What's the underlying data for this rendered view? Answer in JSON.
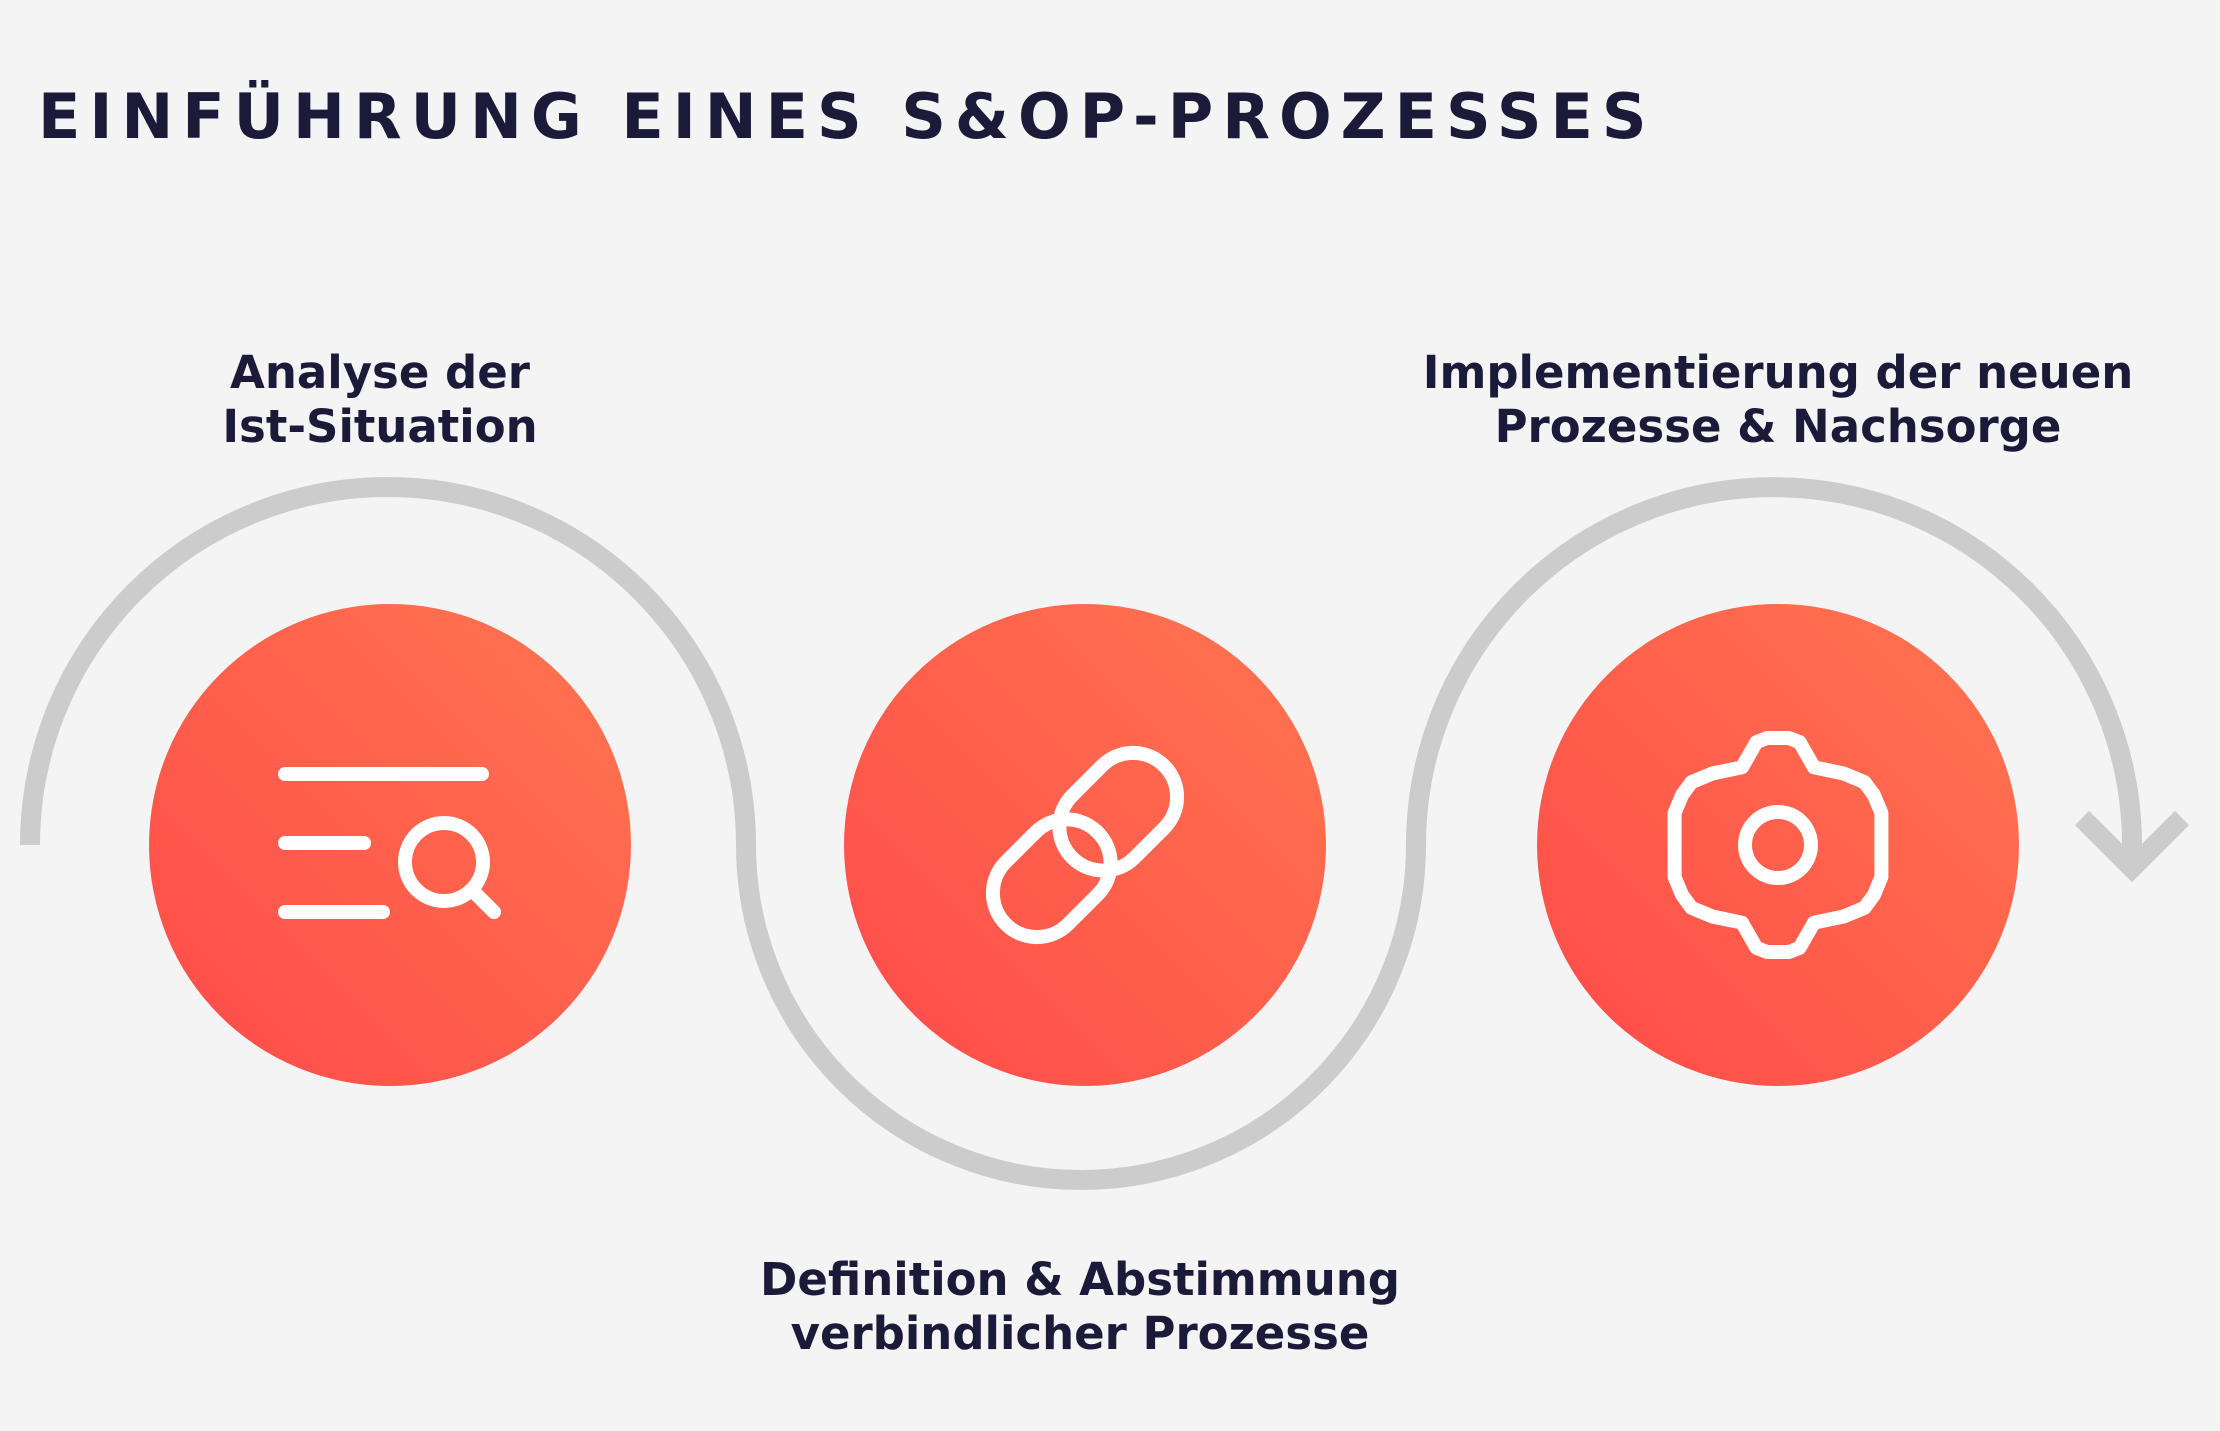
{
  "page": {
    "title": "EINFÜHRUNG EINES S&OP-PROZESSES"
  },
  "colors": {
    "background": "#f4f4f4",
    "text": "#1b1a38",
    "path": "#cccccc",
    "circle_gradient_start": "#ff4a4a",
    "circle_gradient_end": "#ff764f",
    "icon": "#ffffff"
  },
  "steps": [
    {
      "label_line1": "Analyse der",
      "label_line2": "Ist-Situation",
      "icon": "document-search-icon"
    },
    {
      "label_line1": "Definition & Abstimmung",
      "label_line2": "verbindlicher Prozesse",
      "icon": "link-icon"
    },
    {
      "label_line1": "Implementierung der neuen",
      "label_line2": "Prozesse & Nachsorge",
      "icon": "gear-icon"
    }
  ]
}
